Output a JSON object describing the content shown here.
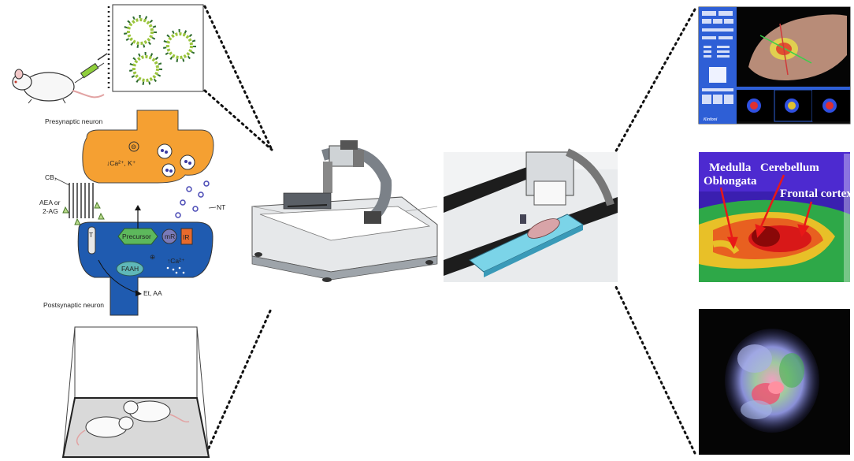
{
  "synapse": {
    "presynaptic": "Presynaptic neuron",
    "postsynaptic": "Postsynaptic neuron",
    "ions": "↓Ca²⁺, K⁺",
    "minus": "⊖",
    "cb1": "CB₁",
    "aea": "AEA or",
    "twoag": "2-AG",
    "nt": "NT",
    "precursor": "Precursor",
    "mr": "mR",
    "ir": "IR",
    "t": "T",
    "plus": "⊕",
    "ca_up": "↑Ca²⁺",
    "faah": "FAAH",
    "products": "Et, AA"
  },
  "pet_ui": {
    "brand": "Kinfoni"
  },
  "brain": {
    "medulla": "Medulla",
    "oblongata": "Oblongata",
    "cerebellum": "Cerebellum",
    "frontal": "Frontal cortex"
  },
  "colors": {
    "presynaptic": "#f5a032",
    "postsynaptic": "#1f5bb0",
    "receptor_green": "#9bc53d",
    "virus_green": "#2e6b2e",
    "ui_blue": "#2e5fd6"
  }
}
